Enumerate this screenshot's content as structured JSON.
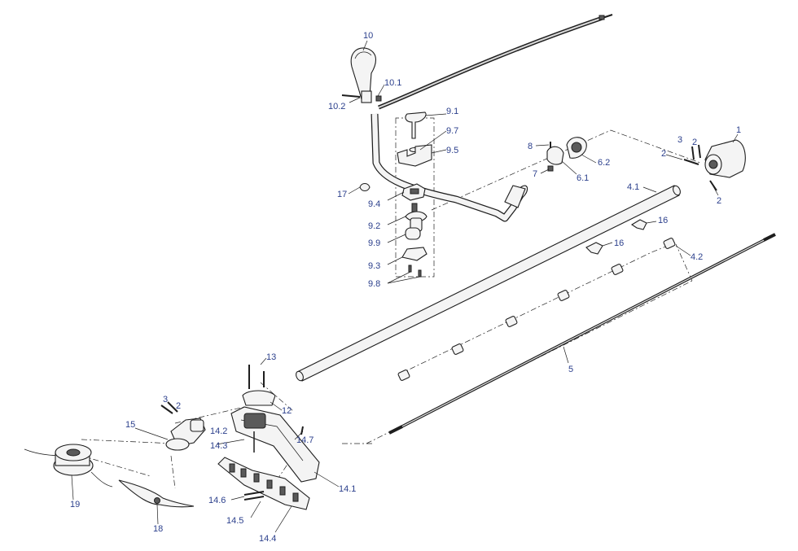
{
  "labels": {
    "p10": "10",
    "p10_1": "10.1",
    "p10_2": "10.2",
    "p9_1": "9.1",
    "p9_7": "9.7",
    "p9_5": "9.5",
    "p9_4": "9.4",
    "p9_2": "9.2",
    "p9_9": "9.9",
    "p9_3": "9.3",
    "p9_8": "9.8",
    "p17": "17",
    "p8": "8",
    "p7": "7",
    "p6_1": "6.1",
    "p6_2": "6.2",
    "p3_top": "3",
    "p2_top_a": "2",
    "p2_top_b": "2",
    "p2_top_c": "2",
    "p1": "1",
    "p4_1": "4.1",
    "p16_a": "16",
    "p16_b": "16",
    "p4_2": "4.2",
    "p5": "5",
    "p13": "13",
    "p12": "12",
    "p3_left": "3",
    "p2_left": "2",
    "p15": "15",
    "p14_2": "14.2",
    "p14_3": "14.3",
    "p14_7": "14.7",
    "p14_1": "14.1",
    "p14_6": "14.6",
    "p14_5": "14.5",
    "p14_4": "14.4",
    "p19": "19",
    "p18": "18"
  }
}
